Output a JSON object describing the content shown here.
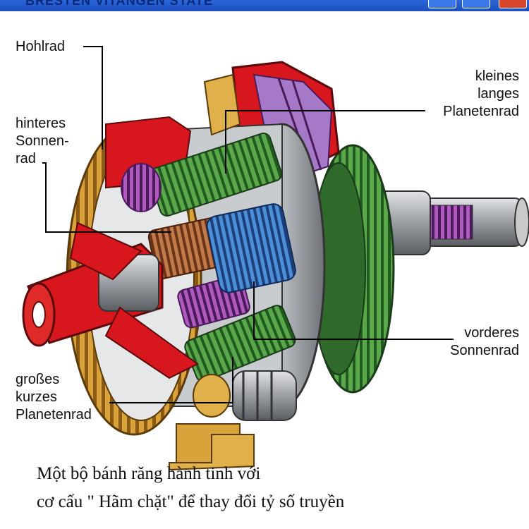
{
  "window": {
    "title": "BRESTEN VITANGEN STATE",
    "minimize_icon": "minimize-icon",
    "maximize_icon": "maximize-icon",
    "close_icon": "close-icon"
  },
  "labels": {
    "hohlrad": "Hohlrad",
    "hinteres_sonnenrad": "hinteres\nSonnen-\nrad",
    "kleines_langes_planetenrad": "kleines\nlanges\nPlanetenrad",
    "vorderes_sonnenrad": "vorderes\nSonnenrad",
    "grosses_kurzes_planetenrad": "großes\nkurzes\nPlanetenrad"
  },
  "caption": {
    "line1": "Một bộ bánh răng hành tinh với",
    "line2": "cơ cấu \" Hãm chặt\" để thay đổi tỷ số truyền"
  },
  "colors": {
    "titlebar": "#1f55c8",
    "housing_red": "#d8161e",
    "gear_gold": "#d9a23a",
    "planet_green": "#3f8a3a",
    "sun_blue": "#2f6fc0",
    "planet_purple": "#8a3c9a",
    "shaft_gray": "#a7a9ac"
  }
}
